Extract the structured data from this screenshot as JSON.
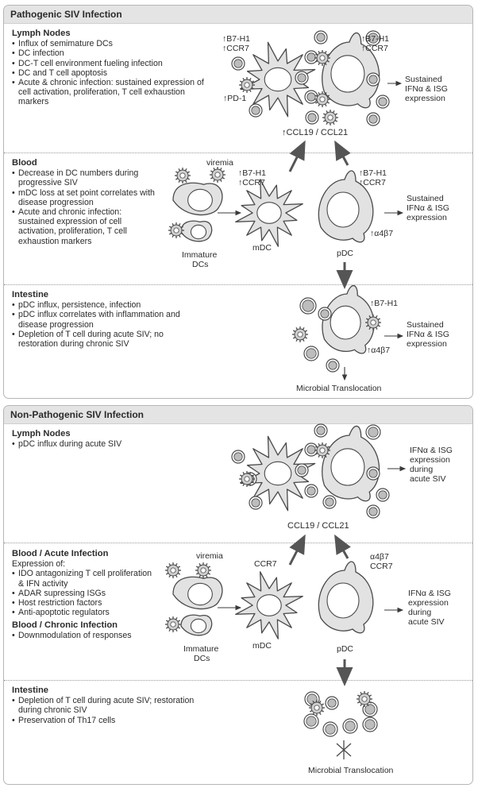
{
  "pathogenic": {
    "title": "Pathogenic SIV Infection",
    "lymph": {
      "title": "Lymph Nodes",
      "items": [
        "Influx of semimature DCs",
        "DC infection",
        "DC-T cell environment fueling infection",
        "DC and T cell apoptosis",
        "Acute & chronic infection: sustained expression of cell activation, proliferation, T cell exhaustion markers"
      ],
      "labels": {
        "mdc_markers": [
          "↑B7-H1",
          "↑CCR7"
        ],
        "pdc_markers": [
          "↑B7-H1",
          "↑CCR7"
        ],
        "pd1": "↑PD-1",
        "output": [
          "Sustained",
          "IFNα & ISG",
          "expression"
        ]
      }
    },
    "ccl": "↑CCL19 / CCL21",
    "blood": {
      "title": "Blood",
      "items": [
        "Decrease in DC numbers during progressive SIV",
        "mDC loss at set point correlates with disease progression",
        "Acute and chronic infection: sustained expression of cell activation, proliferation, T cell exhaustion markers"
      ],
      "labels": {
        "viremia": "viremia",
        "immature": [
          "Immature",
          "DCs"
        ],
        "mdc": "mDC",
        "pdc": "pDC",
        "mdc_markers": [
          "↑B7-H1",
          "↑CCR7"
        ],
        "pdc_markers": [
          "↑B7-H1",
          "↑CCR7"
        ],
        "a4b7": "↑α4β7",
        "output": [
          "Sustained",
          "IFNα & ISG",
          "expression"
        ]
      }
    },
    "intestine": {
      "title": "Intestine",
      "items": [
        "pDC influx, persistence, infection",
        "pDC influx correlates with inflammation and disease progression",
        "Depletion of T cell during acute SIV; no restoration during chronic SIV"
      ],
      "labels": {
        "b7": "↑B7-H1",
        "a4b7": "↑α4β7",
        "output": [
          "Sustained",
          "IFNα & ISG",
          "expression"
        ],
        "microbial": "Microbial Translocation"
      }
    }
  },
  "nonpathogenic": {
    "title": "Non-Pathogenic SIV Infection",
    "lymph": {
      "title": "Lymph Nodes",
      "items": [
        "pDC influx during acute SIV"
      ],
      "labels": {
        "output": [
          "IFNα & ISG",
          "expression",
          "during",
          "acute SIV"
        ]
      }
    },
    "ccl": "CCL19 / CCL21",
    "blood": {
      "title": "Blood / Acute Infection",
      "intro": "Expression of:",
      "items": [
        "IDO antagonizing T cell proliferation & IFN activity",
        "ADAR supressing ISGs",
        "Host restriction factors",
        "Anti-apoptotic regulators"
      ],
      "chronic_title": "Blood / Chronic Infection",
      "chronic_items": [
        "Downmodulation of responses"
      ],
      "labels": {
        "viremia": "viremia",
        "immature": [
          "Immature",
          "DCs"
        ],
        "mdc": "mDC",
        "pdc": "pDC",
        "ccr7": "CCR7",
        "a4b7": "α4β7",
        "pdc_ccr7": "CCR7",
        "output": [
          "IFNα & ISG",
          "expression",
          "during",
          "acute SIV"
        ]
      }
    },
    "intestine": {
      "title": "Intestine",
      "items": [
        "Depletion of T cell during acute SIV; restoration during chronic SIV",
        "Preservation of Th17 cells"
      ],
      "labels": {
        "microbial": "Microbial Translocation"
      }
    }
  }
}
